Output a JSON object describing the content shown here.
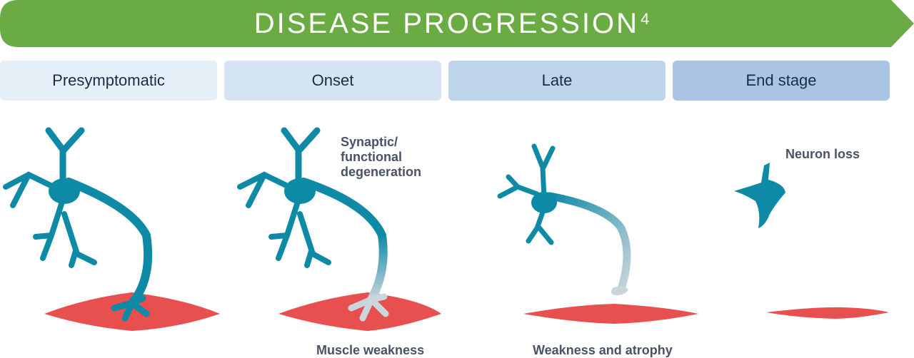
{
  "banner": {
    "title": "DISEASE PROGRESSION",
    "superscript": "4",
    "color": "#6aac43"
  },
  "stages": [
    {
      "label": "Presymptomatic",
      "color": "#e5eff8"
    },
    {
      "label": "Onset",
      "color": "#d5e4f2"
    },
    {
      "label": "Late",
      "color": "#bed4eb"
    },
    {
      "label": "End stage",
      "color": "#a9c5e3"
    }
  ],
  "annotations": {
    "synaptic_line1": "Synaptic/",
    "synaptic_line2": "functional",
    "synaptic_line3": "degeneration",
    "neuron_loss": "Neuron loss",
    "muscle_weakness": "Muscle weakness",
    "weakness_atrophy": "Weakness and atrophy"
  },
  "colors": {
    "neuron": "#0e8aa6",
    "muscle": "#e8504f",
    "degenerated": "#c9d6dc",
    "text": "#4a5266"
  }
}
